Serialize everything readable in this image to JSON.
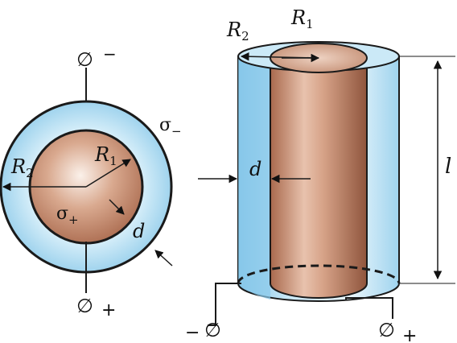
{
  "colors": {
    "dielectric": "#a9d8ef",
    "dielectric_dark": "#5fb3dc",
    "conductor": "#c98f72",
    "conductor_light": "#f3dccd",
    "conductor_dark": "#9a5e45",
    "stroke": "#1a1a1a"
  },
  "cross_section": {
    "label_r1": "R",
    "label_r1_sub": "1",
    "label_r2": "R",
    "label_r2_sub": "2",
    "label_d": "d",
    "label_sigma_minus": "σ",
    "label_sigma_minus_sub": "−",
    "label_sigma_plus": "σ",
    "label_sigma_plus_sub": "+",
    "terminal_top_symbol": "∅",
    "terminal_top_sign": "−",
    "terminal_bottom_symbol": "∅",
    "terminal_bottom_sign": "+"
  },
  "cylinder": {
    "label_r1": "R",
    "label_r1_sub": "1",
    "label_r2": "R",
    "label_r2_sub": "2",
    "label_d": "d",
    "label_l": "l",
    "terminal_left_symbol": "∅",
    "terminal_left_sign": "−",
    "terminal_right_symbol": "∅",
    "terminal_right_sign": "+"
  }
}
